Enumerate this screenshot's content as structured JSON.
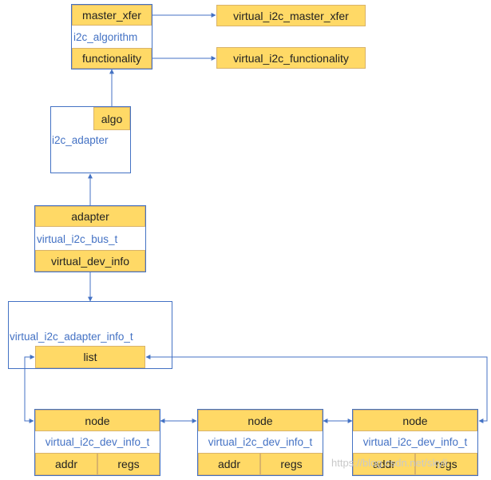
{
  "algorithm": {
    "label": "i2c_algorithm",
    "master_xfer": "master_xfer",
    "functionality": "functionality"
  },
  "virtual_fns": {
    "master_xfer": "virtual_i2c_master_xfer",
    "functionality": "virtual_i2c_functionality"
  },
  "adapter_struct": {
    "label": "i2c_adapter",
    "algo": "algo"
  },
  "bus": {
    "adapter": "adapter",
    "label": "virtual_i2c_bus_t",
    "dev_info": "virtual_dev_info"
  },
  "adapter_info": {
    "label": "virtual_i2c_adapter_info_t",
    "list": "list"
  },
  "nodes": [
    {
      "node": "node",
      "label": "virtual_i2c_dev_info_t",
      "addr": "addr",
      "regs": "regs"
    },
    {
      "node": "node",
      "label": "virtual_i2c_dev_info_t",
      "addr": "addr",
      "regs": "regs"
    },
    {
      "node": "node",
      "label": "virtual_i2c_dev_info_t",
      "addr": "addr",
      "regs": "regs"
    }
  ],
  "watermark": "https://blog.csdn.net/skyli"
}
